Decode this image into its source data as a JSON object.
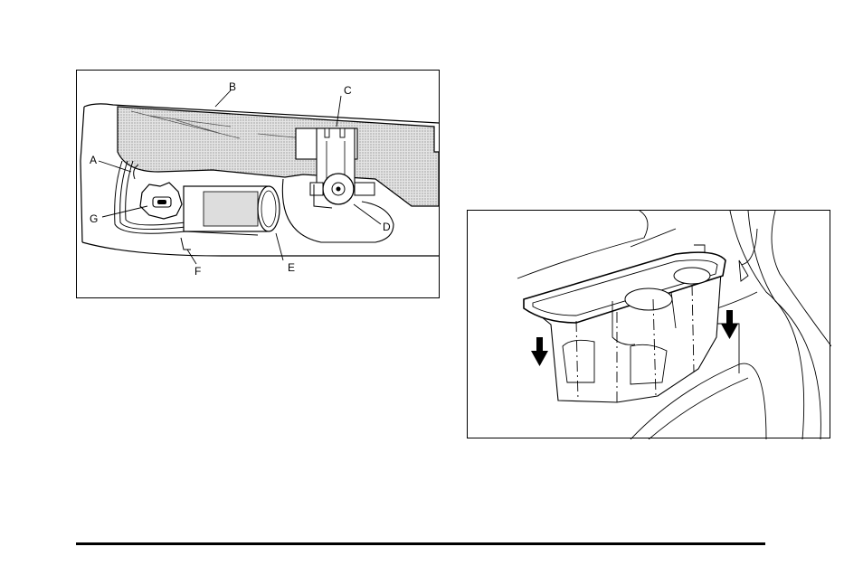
{
  "figure_left": {
    "callouts": {
      "a": "A",
      "b": "B",
      "c": "C",
      "d": "D",
      "e": "E",
      "f": "F",
      "g": "G"
    }
  },
  "colors": {
    "ink": "#000000",
    "paper": "#ffffff",
    "shading": "#cfcfcf"
  },
  "icons": {
    "left_figure": "washer-pump-assembly-illustration",
    "right_figure": "console-tray-insert-illustration",
    "arrows": "down-arrow-icon"
  }
}
